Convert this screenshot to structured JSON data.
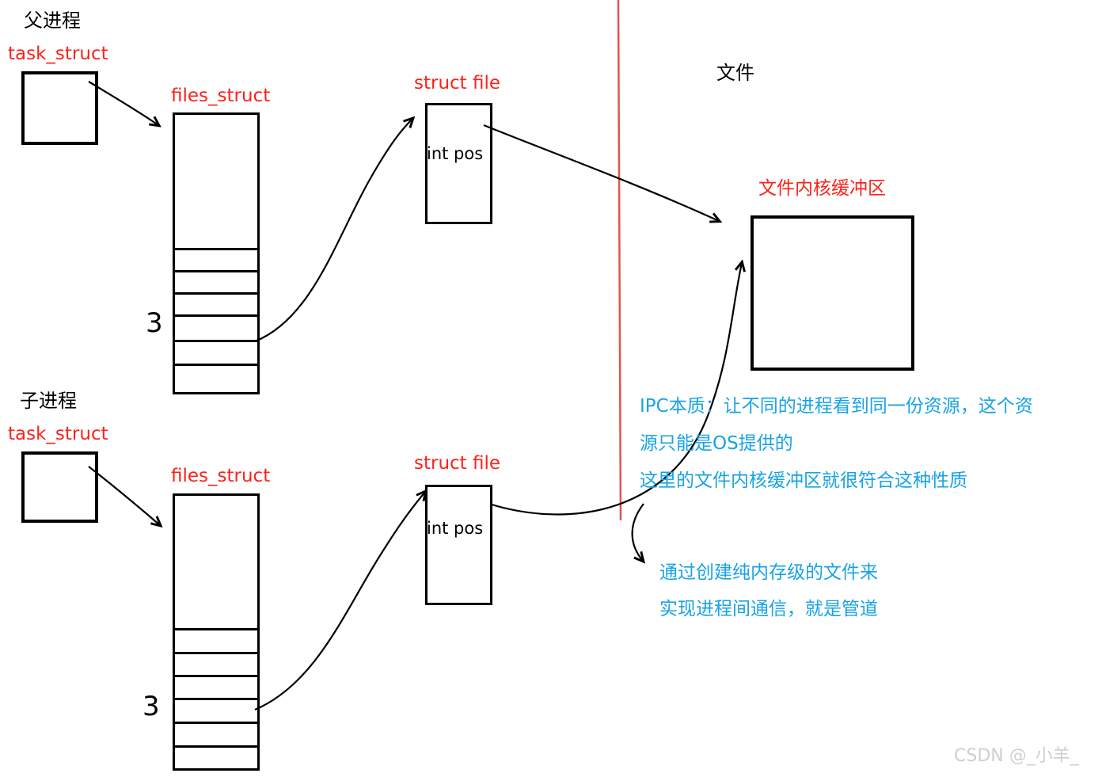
{
  "colors": {
    "ink": "#000000",
    "struct_label_red": "#fa231b",
    "annotation_blue": "#17a3e6",
    "divider_red": "#e0564a",
    "watermark_gray": "#cfcfcf",
    "background": "#ffffff"
  },
  "parent": {
    "process_label": "父进程",
    "task_struct_label": "task_struct",
    "files_struct_label": "files_struct",
    "fd_number": "3",
    "struct_file_label": "struct file",
    "int_pos_label": "int pos"
  },
  "child": {
    "process_label": "子进程",
    "task_struct_label": "task_struct",
    "files_struct_label": "files_struct",
    "fd_number": "3",
    "struct_file_label": "struct file",
    "int_pos_label": "int pos"
  },
  "file_section": {
    "file_label": "文件",
    "kernel_buffer_label": "文件内核缓冲区"
  },
  "annotations": {
    "ipc_line1": "IPC本质：让不同的进程看到同一份资源，这个资",
    "ipc_line2": "源只能是OS提供的",
    "ipc_line3": "这里的文件内核缓冲区就很符合这种性质",
    "pipe_line1": "通过创建纯内存级的文件来",
    "pipe_line2": "实现进程间通信，就是管道"
  },
  "watermark": "CSDN @_小羊_"
}
